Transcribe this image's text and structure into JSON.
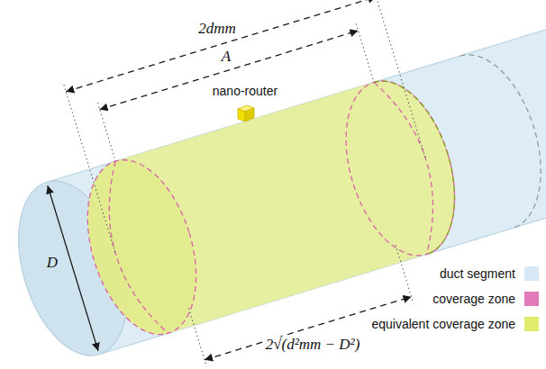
{
  "diagram": {
    "nodes": [
      {
        "text": [
          "nano-router"
        ]
      }
    ],
    "labels": [
      "2dmm",
      "A",
      "D",
      "2√(d²mm − D²)"
    ],
    "legend": [
      {
        "text": "duct segment",
        "color": "#d6e9f4"
      },
      {
        "text": "coverage zone",
        "color": "#e07ab8"
      },
      {
        "text": "equivalent coverage zone",
        "color": "#e2ec6c"
      }
    ]
  }
}
